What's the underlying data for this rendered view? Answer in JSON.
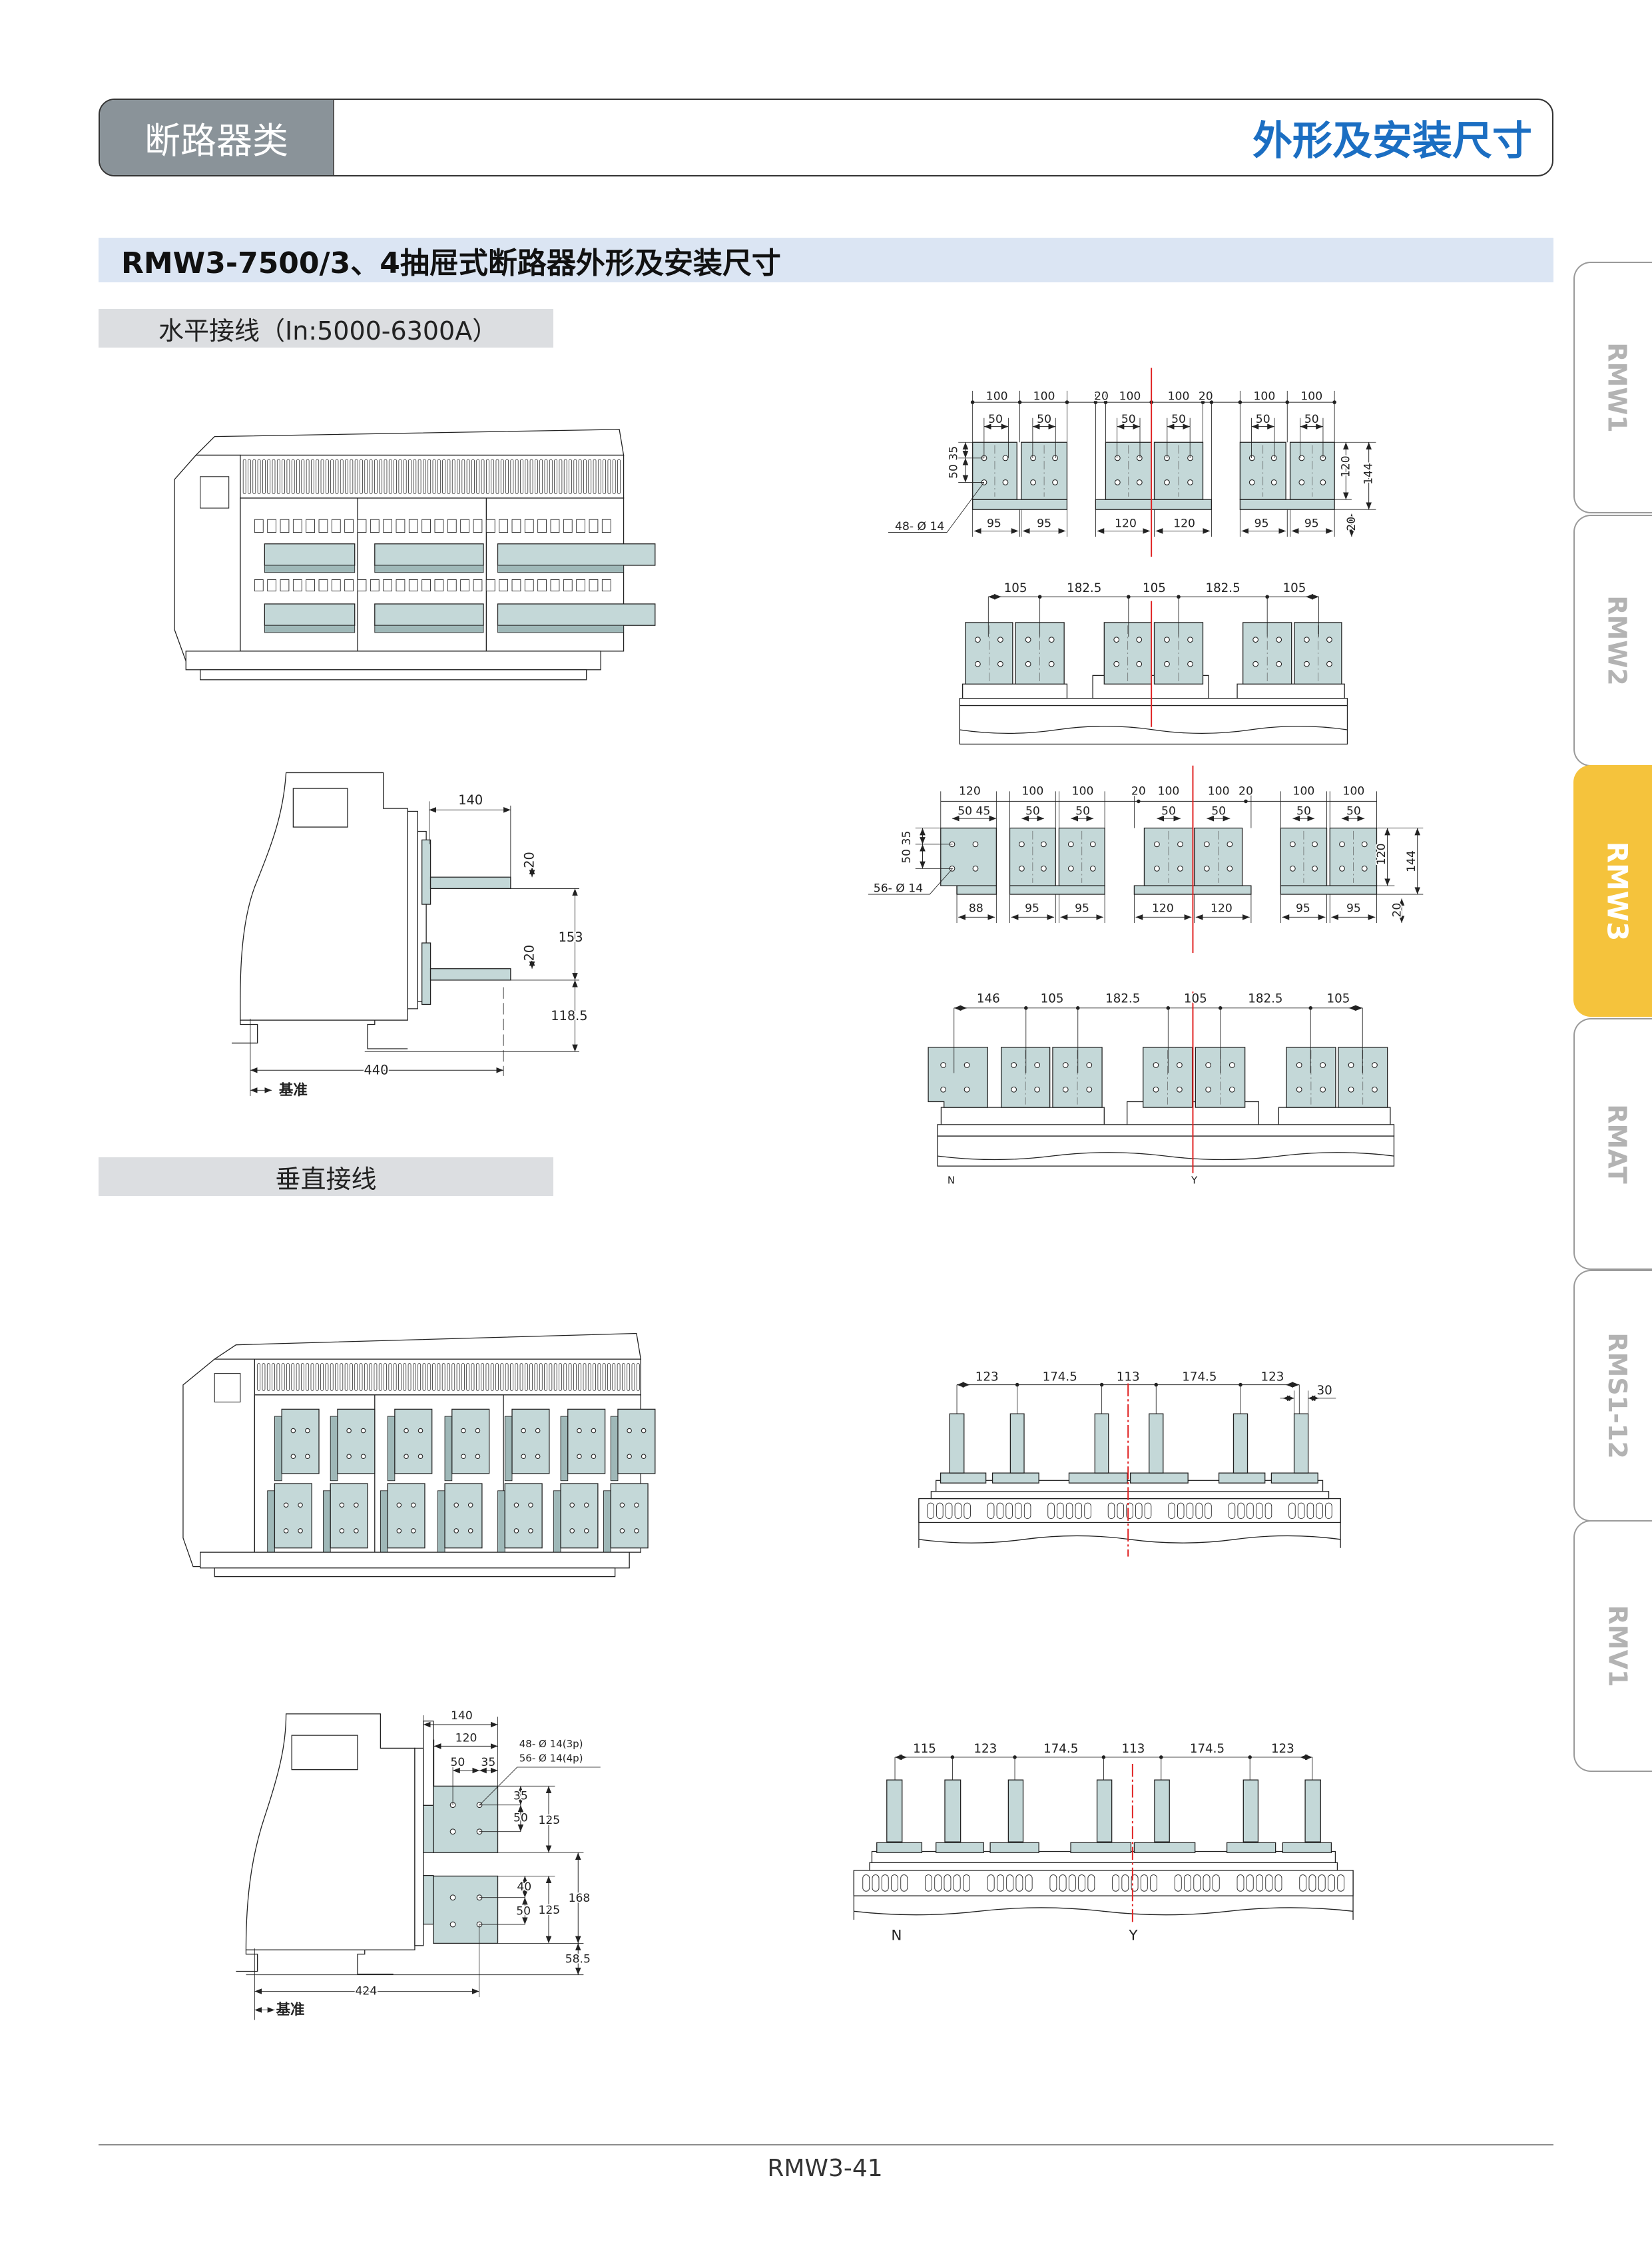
{
  "header": {
    "category": "断路器类",
    "title": "外形及安装尺寸"
  },
  "section_title": "RMW3-7500/3、4抽屉式断路器外形及安装尺寸",
  "subsections": {
    "horizontal": "水平接线（In:5000-6300A）",
    "vertical": "垂直接线"
  },
  "side_tabs": [
    {
      "label": "RMW1",
      "active": false
    },
    {
      "label": "RMW2",
      "active": false
    },
    {
      "label": "RMW3",
      "active": true
    },
    {
      "label": "RMAT",
      "active": false
    },
    {
      "label": "RMS1-12",
      "active": false
    },
    {
      "label": "RMV1",
      "active": false
    }
  ],
  "colors": {
    "accent": "#1b6ec2",
    "active_tab": "#f5c33c",
    "header_gray": "#8a9399",
    "section_bg": "#dbe5f3",
    "busbar": "#c4d8d8",
    "centerline": "#e02020"
  },
  "drawings": {
    "h_side": {
      "dims": [
        "140",
        "20",
        "20",
        "153",
        "118.5",
        "440",
        "基准"
      ]
    },
    "h_plan_3p": {
      "dims": [
        "100",
        "100",
        "20",
        "100",
        "100",
        "20",
        "100",
        "100",
        "50",
        "50",
        "50",
        "50",
        "50",
        "50",
        "50 35",
        "48- Ø 14",
        "95",
        "95",
        "120",
        "120",
        "95",
        "95",
        "120",
        "144",
        "20"
      ]
    },
    "h_front_3p": {
      "dims": [
        "105",
        "182.5",
        "105",
        "182.5",
        "105"
      ]
    },
    "h_plan_4p": {
      "dims": [
        "120",
        "100",
        "100",
        "20",
        "100",
        "100",
        "20",
        "100",
        "100",
        "50 45",
        "50",
        "50",
        "50",
        "50",
        "50",
        "50",
        "50 35",
        "56- Ø 14",
        "88",
        "95",
        "95",
        "120",
        "120",
        "95",
        "95",
        "120",
        "144",
        "20"
      ]
    },
    "h_front_4p": {
      "dims": [
        "146",
        "105",
        "182.5",
        "105",
        "182.5",
        "105"
      ],
      "markers": [
        "N",
        "Y"
      ]
    },
    "v_side": {
      "dims": [
        "140",
        "120",
        "50",
        "35",
        "48- Ø 14(3p)",
        "56- Ø 14(4p)",
        "35",
        "50",
        "125",
        "40",
        "50",
        "125",
        "168",
        "58.5",
        "424",
        "基准"
      ]
    },
    "v_front_3p": {
      "dims": [
        "123",
        "174.5",
        "113",
        "174.5",
        "123",
        "30"
      ]
    },
    "v_front_4p": {
      "dims": [
        "115",
        "123",
        "174.5",
        "113",
        "174.5",
        "123"
      ],
      "markers": [
        "N",
        "Y"
      ]
    }
  },
  "footer": {
    "page": "RMW3-41"
  }
}
